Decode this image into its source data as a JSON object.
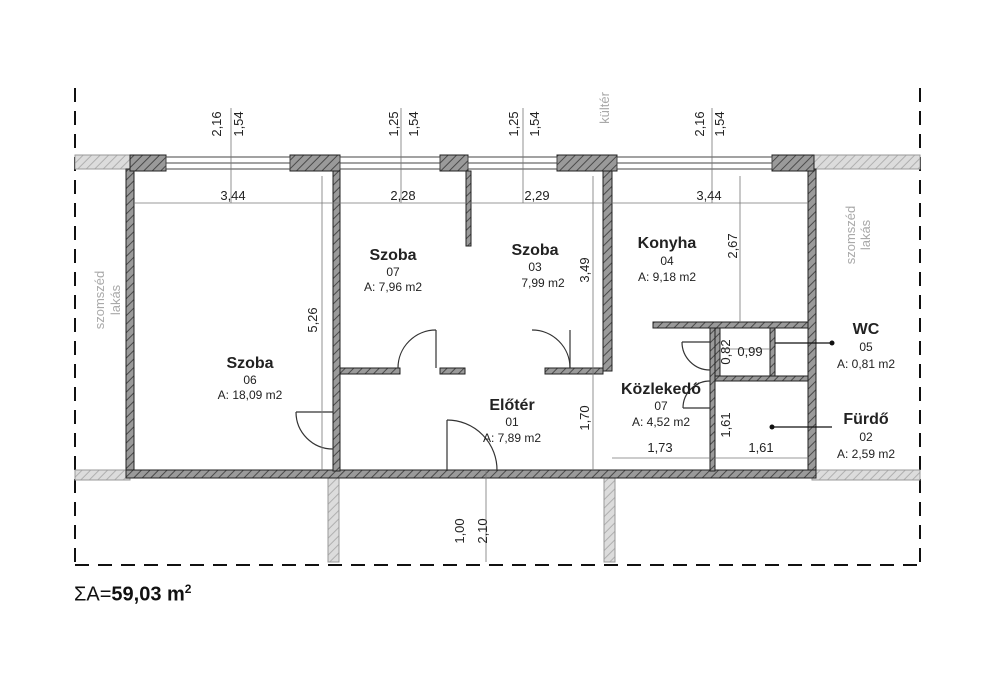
{
  "rooms": [
    {
      "name": "Szoba",
      "number": "06",
      "area": "A: 18,09 m2"
    },
    {
      "name": "Szoba",
      "number": "07",
      "area": "A: 7,96 m2"
    },
    {
      "name": "Szoba",
      "number": "03",
      "area": "7,99 m2"
    },
    {
      "name": "Konyha",
      "number": "04",
      "area": "A: 9,18 m2"
    },
    {
      "name": "Előtér",
      "number": "01",
      "area": "A: 7,89 m2"
    },
    {
      "name": "Közlekedő",
      "number": "07",
      "area": "A: 4,52 m2"
    },
    {
      "name": "WC",
      "number": "05",
      "area": "A: 0,81 m2"
    },
    {
      "name": "Fürdő",
      "number": "02",
      "area": "A: 2,59 m2"
    }
  ],
  "labels": {
    "kulter": "kültér",
    "neighbor_left": [
      "szomszéd",
      "lakás"
    ],
    "neighbor_right": [
      "szomszéd",
      "lakás"
    ]
  },
  "dimensions": {
    "windows": [
      "2,16",
      "1,54",
      "1,25",
      "1,54",
      "1,25",
      "1,54",
      "2,16",
      "1,54"
    ],
    "widths": [
      "3,44",
      "2,28",
      "2,29",
      "3,44"
    ],
    "heights": [
      "5,26",
      "3,49",
      "2,67",
      "1,70",
      "0,82",
      "0,99",
      "1,61",
      "1,73",
      "1,61"
    ],
    "door": [
      "1,00",
      "2,10"
    ]
  },
  "summary": {
    "prefix": "ΣA=",
    "value": "59,03 m",
    "sup": "2"
  }
}
